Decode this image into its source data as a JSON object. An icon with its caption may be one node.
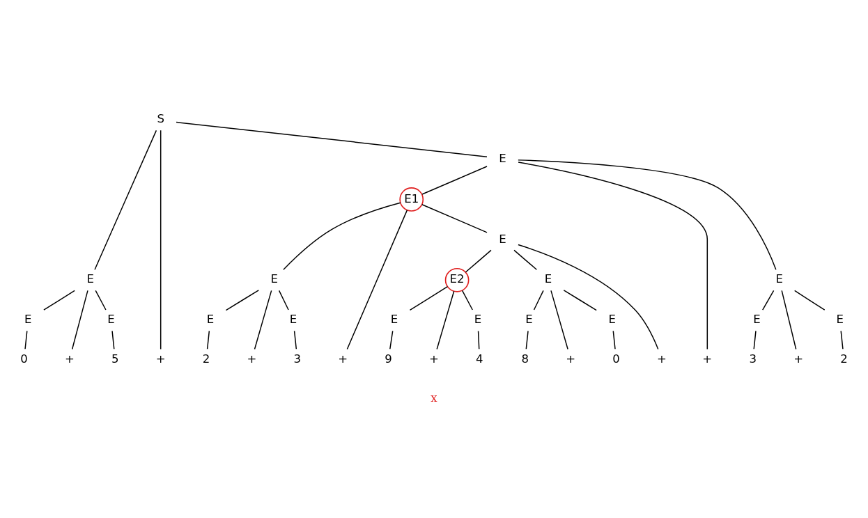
{
  "diagram": {
    "nodes": [
      {
        "text": [
          "S"
        ]
      },
      {
        "text": [
          "E"
        ]
      },
      {
        "text": [
          "+"
        ]
      },
      {
        "text": [
          "E"
        ]
      },
      {
        "text": [
          "E1"
        ]
      },
      {
        "text": [
          "E"
        ]
      },
      {
        "text": [
          "+"
        ]
      },
      {
        "text": [
          "E"
        ]
      },
      {
        "text": [
          "E2"
        ]
      },
      {
        "text": [
          "E"
        ]
      },
      {
        "text": [
          "+"
        ]
      },
      {
        "text": [
          "E"
        ]
      },
      {
        "text": [
          "E"
        ]
      },
      {
        "text": [
          "+"
        ]
      },
      {
        "text": [
          "E"
        ]
      },
      {
        "text": [
          "0"
        ]
      },
      {
        "text": [
          "5"
        ]
      },
      {
        "text": [
          "E"
        ]
      },
      {
        "text": [
          "+"
        ]
      },
      {
        "text": [
          "E"
        ]
      },
      {
        "text": [
          "2"
        ]
      },
      {
        "text": [
          "3"
        ]
      },
      {
        "text": [
          "+"
        ]
      },
      {
        "text": [
          "E"
        ]
      },
      {
        "text": [
          "+"
        ]
      },
      {
        "text": [
          "E"
        ]
      },
      {
        "text": [
          "9"
        ]
      },
      {
        "text": [
          "4"
        ]
      },
      {
        "text": [
          "E"
        ]
      },
      {
        "text": [
          "+"
        ]
      },
      {
        "text": [
          "E"
        ]
      },
      {
        "text": [
          "8"
        ]
      },
      {
        "text": [
          "0"
        ]
      },
      {
        "text": [
          "E"
        ]
      },
      {
        "text": [
          "+"
        ]
      },
      {
        "text": [
          "E"
        ]
      },
      {
        "text": [
          "3"
        ]
      },
      {
        "text": [
          "2"
        ]
      }
    ],
    "edges": [
      {
        "from": 0,
        "to": 1,
        "arrow": "none"
      },
      {
        "from": 0,
        "to": 2,
        "arrow": "none"
      },
      {
        "from": 0,
        "to": 3,
        "arrow": "none"
      },
      {
        "from": 1,
        "to": 12,
        "arrow": "none"
      },
      {
        "from": 1,
        "to": 13,
        "arrow": "none"
      },
      {
        "from": 1,
        "to": 14,
        "arrow": "none"
      },
      {
        "from": 12,
        "to": 15,
        "arrow": "none"
      },
      {
        "from": 14,
        "to": 16,
        "arrow": "none"
      },
      {
        "from": 3,
        "to": 4,
        "arrow": "none"
      },
      {
        "from": 3,
        "to": 10,
        "arrow": "none"
      },
      {
        "from": 3,
        "to": 11,
        "arrow": "none"
      },
      {
        "from": 4,
        "to": 5,
        "arrow": "none"
      },
      {
        "from": 4,
        "to": 6,
        "arrow": "none"
      },
      {
        "from": 4,
        "to": 7,
        "arrow": "none"
      },
      {
        "from": 5,
        "to": 17,
        "arrow": "none"
      },
      {
        "from": 5,
        "to": 18,
        "arrow": "none"
      },
      {
        "from": 5,
        "to": 19,
        "arrow": "none"
      },
      {
        "from": 17,
        "to": 20,
        "arrow": "none"
      },
      {
        "from": 19,
        "to": 21,
        "arrow": "none"
      },
      {
        "from": 7,
        "to": 8,
        "arrow": "none"
      },
      {
        "from": 7,
        "to": 22,
        "arrow": "none"
      },
      {
        "from": 7,
        "to": 9,
        "arrow": "none"
      },
      {
        "from": 8,
        "to": 23,
        "arrow": "none"
      },
      {
        "from": 8,
        "to": 24,
        "arrow": "none"
      },
      {
        "from": 8,
        "to": 25,
        "arrow": "none"
      },
      {
        "from": 23,
        "to": 26,
        "arrow": "none"
      },
      {
        "from": 25,
        "to": 27,
        "arrow": "none"
      },
      {
        "from": 9,
        "to": 28,
        "arrow": "none"
      },
      {
        "from": 9,
        "to": 29,
        "arrow": "none"
      },
      {
        "from": 9,
        "to": 30,
        "arrow": "none"
      },
      {
        "from": 28,
        "to": 31,
        "arrow": "none"
      },
      {
        "from": 30,
        "to": 32,
        "arrow": "none"
      },
      {
        "from": 11,
        "to": 33,
        "arrow": "none"
      },
      {
        "from": 11,
        "to": 34,
        "arrow": "none"
      },
      {
        "from": 11,
        "to": 35,
        "arrow": "none"
      },
      {
        "from": 33,
        "to": 36,
        "arrow": "none"
      },
      {
        "from": 35,
        "to": 37,
        "arrow": "none"
      }
    ],
    "labels": [
      "x"
    ]
  }
}
